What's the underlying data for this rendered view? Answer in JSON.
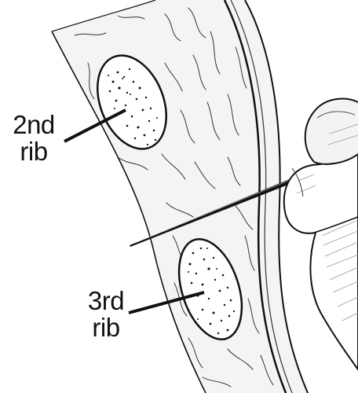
{
  "labels": {
    "rib_2nd": {
      "line1": "2nd",
      "line2": "rib"
    },
    "rib_3rd": {
      "line1": "3rd",
      "line2": "rib"
    }
  },
  "colors": {
    "ink": "#111111",
    "tissue": "#f2f2f2",
    "skin": "#ffffff",
    "shadow": "#c8c8c8",
    "background": "#ffffff"
  }
}
